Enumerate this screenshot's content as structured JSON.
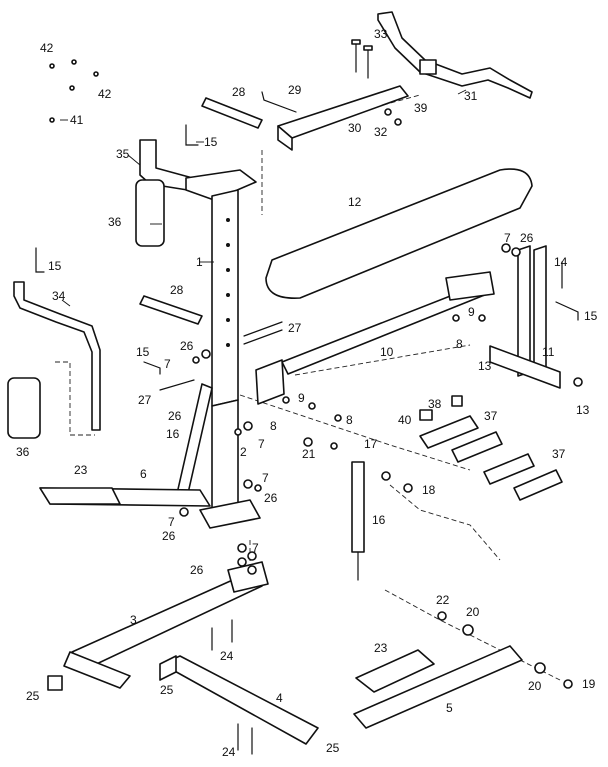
{
  "part_labels": {
    "p1": "1",
    "p2": "2",
    "p3": "3",
    "p4": "4",
    "p5": "5",
    "p6": "6",
    "p7a": "7",
    "p7b": "7",
    "p7c": "7",
    "p7d": "7",
    "p7e": "7",
    "p7f": "7",
    "p8a": "8",
    "p8b": "8",
    "p8c": "8",
    "p9a": "9",
    "p9b": "9",
    "p10": "10",
    "p11": "11",
    "p12": "12",
    "p13a": "13",
    "p13b": "13",
    "p14": "14",
    "p15a": "15",
    "p15b": "15",
    "p15c": "15",
    "p15d": "15",
    "p16a": "16",
    "p16b": "16",
    "p17": "17",
    "p18": "18",
    "p19": "19",
    "p20a": "20",
    "p20b": "20",
    "p21": "21",
    "p22": "22",
    "p23a": "23",
    "p23b": "23",
    "p24a": "24",
    "p24b": "24",
    "p25a": "25",
    "p25b": "25",
    "p25c": "25",
    "p26a": "26",
    "p26b": "26",
    "p26c": "26",
    "p26d": "26",
    "p26e": "26",
    "p26f": "26",
    "p27a": "27",
    "p27b": "27",
    "p28a": "28",
    "p28b": "28",
    "p29": "29",
    "p30": "30",
    "p31": "31",
    "p32": "32",
    "p33": "33",
    "p34": "34",
    "p35": "35",
    "p36a": "36",
    "p36b": "36",
    "p37a": "37",
    "p37b": "37",
    "p38": "38",
    "p39": "39",
    "p40": "40",
    "p41": "41",
    "p42a": "42",
    "p42b": "42"
  }
}
